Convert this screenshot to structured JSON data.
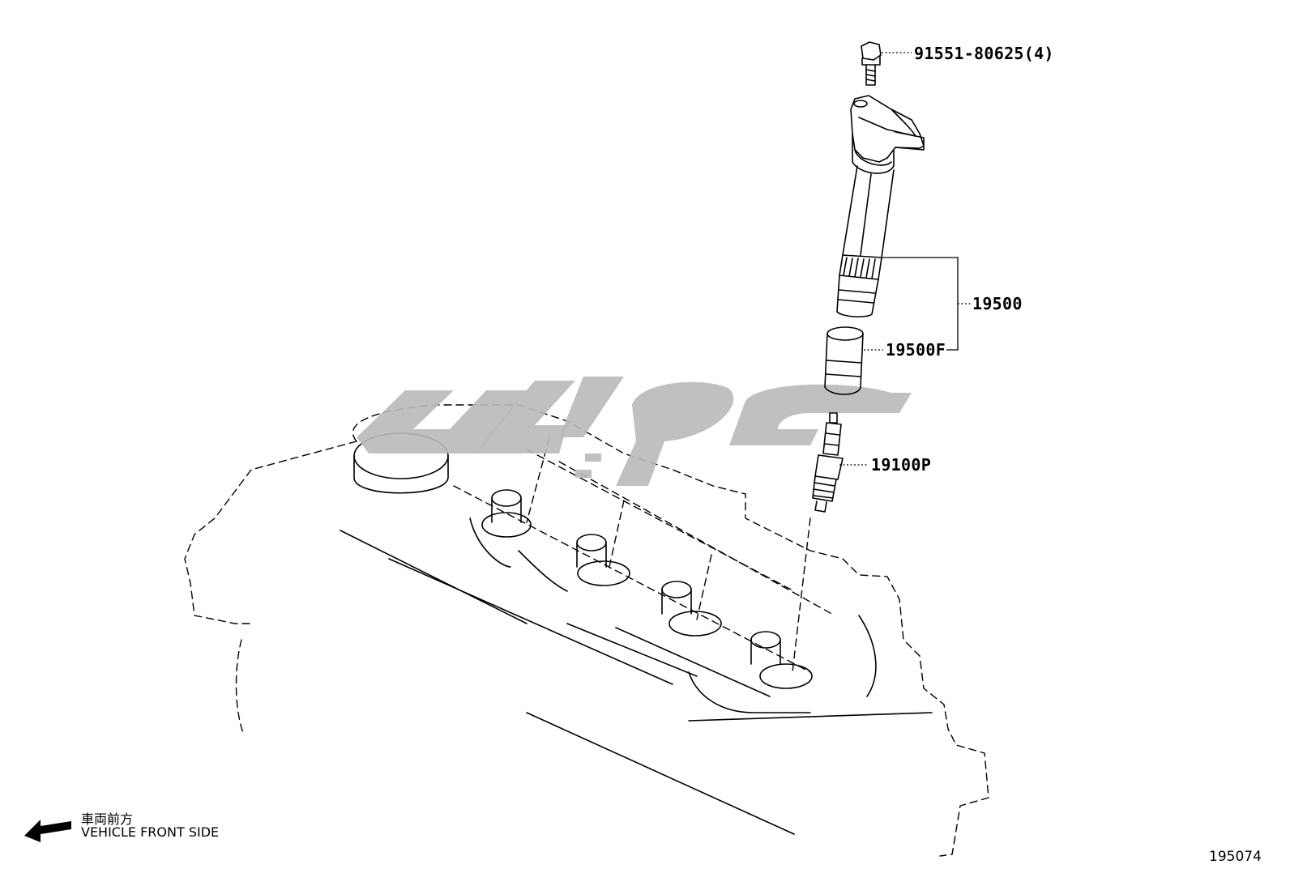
{
  "callouts": {
    "bolt": "91551-80625(4)",
    "coil_assy": "19500",
    "coil_cap": "19500F",
    "spark_plug": "19100P"
  },
  "direction": {
    "label_ja": "車両前方",
    "label_en": "VEHICLE FRONT SIDE"
  },
  "figure_number": "195074",
  "watermark": {
    "color": "#b9b9b9"
  }
}
